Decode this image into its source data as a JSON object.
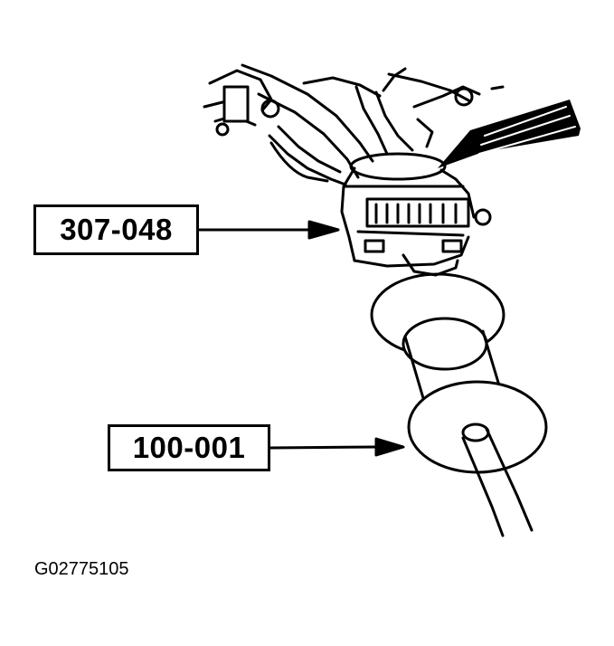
{
  "callouts": {
    "tool_1": "307-048",
    "tool_2": "100-001"
  },
  "figure_id": "G02775105"
}
